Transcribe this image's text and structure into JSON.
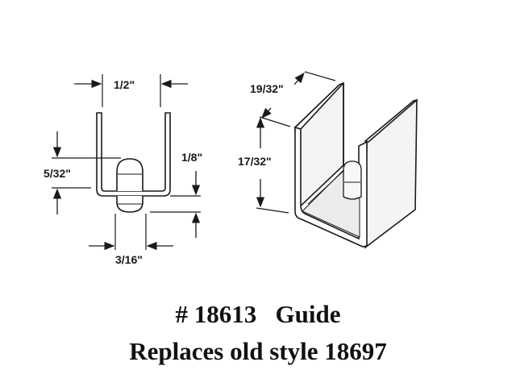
{
  "front_view": {
    "dims": {
      "width": "1/2\"",
      "height_left": "5/32\"",
      "height_right": "1/8\"",
      "button_width": "3/16\""
    }
  },
  "iso_view": {
    "dims": {
      "depth": "19/32\"",
      "height": "17/32\""
    }
  },
  "caption": {
    "line1": "# 18613   Guide",
    "line2": "Replaces old style 18697"
  },
  "colors": {
    "line": "#1a1a1a",
    "face": "#f4f4f4",
    "background": "#ffffff"
  }
}
